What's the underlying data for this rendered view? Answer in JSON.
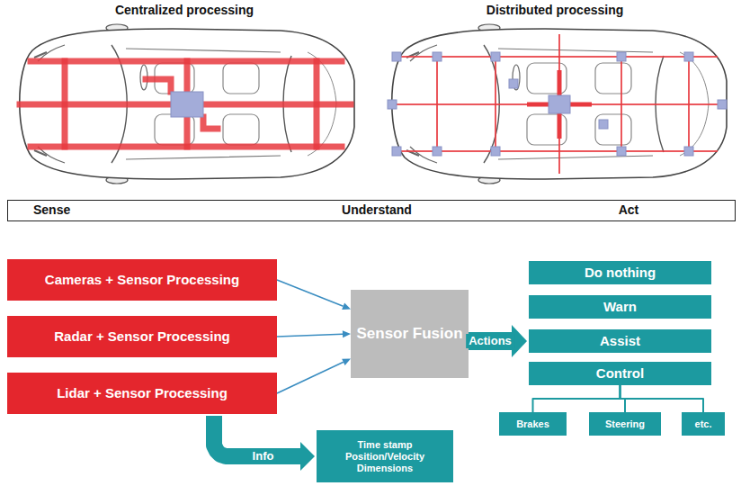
{
  "diagram": {
    "nodes": [
      {
        "text": [
          "Sense",
          "Understand",
          "Act"
        ]
      },
      {
        "text": [
          "Cameras + Sensor Processing"
        ]
      },
      {
        "text": [
          "Radar + Sensor Processing"
        ]
      },
      {
        "text": [
          "Lidar + Sensor Processing"
        ]
      },
      {
        "text": [
          "Sensor Fusion"
        ]
      },
      {
        "text": [
          "Do nothing"
        ]
      },
      {
        "text": [
          "Warn"
        ]
      },
      {
        "text": [
          "Assist"
        ]
      },
      {
        "text": [
          "Control"
        ]
      },
      {
        "text": [
          "Brakes"
        ]
      },
      {
        "text": [
          "Steering"
        ]
      },
      {
        "text": [
          "etc."
        ]
      },
      {
        "text": [
          "Time stamp Position/Velocity Dimensions"
        ]
      }
    ],
    "edges": [
      {
        "from": 1,
        "to": 4,
        "arrow": "to"
      },
      {
        "from": 2,
        "to": 4,
        "arrow": "to"
      },
      {
        "from": 3,
        "to": 4,
        "arrow": "to"
      },
      {
        "from": 4,
        "to": 7,
        "label": "Actions",
        "arrow": "to"
      },
      {
        "from": 8,
        "to": 9,
        "arrow": "none"
      },
      {
        "from": 8,
        "to": 10,
        "arrow": "none"
      },
      {
        "from": 8,
        "to": 11,
        "arrow": "none"
      },
      {
        "from": 3,
        "to": 12,
        "label": "Info",
        "arrow": "to"
      }
    ],
    "labels": [
      "Centralized processing",
      "Distributed processing"
    ]
  }
}
